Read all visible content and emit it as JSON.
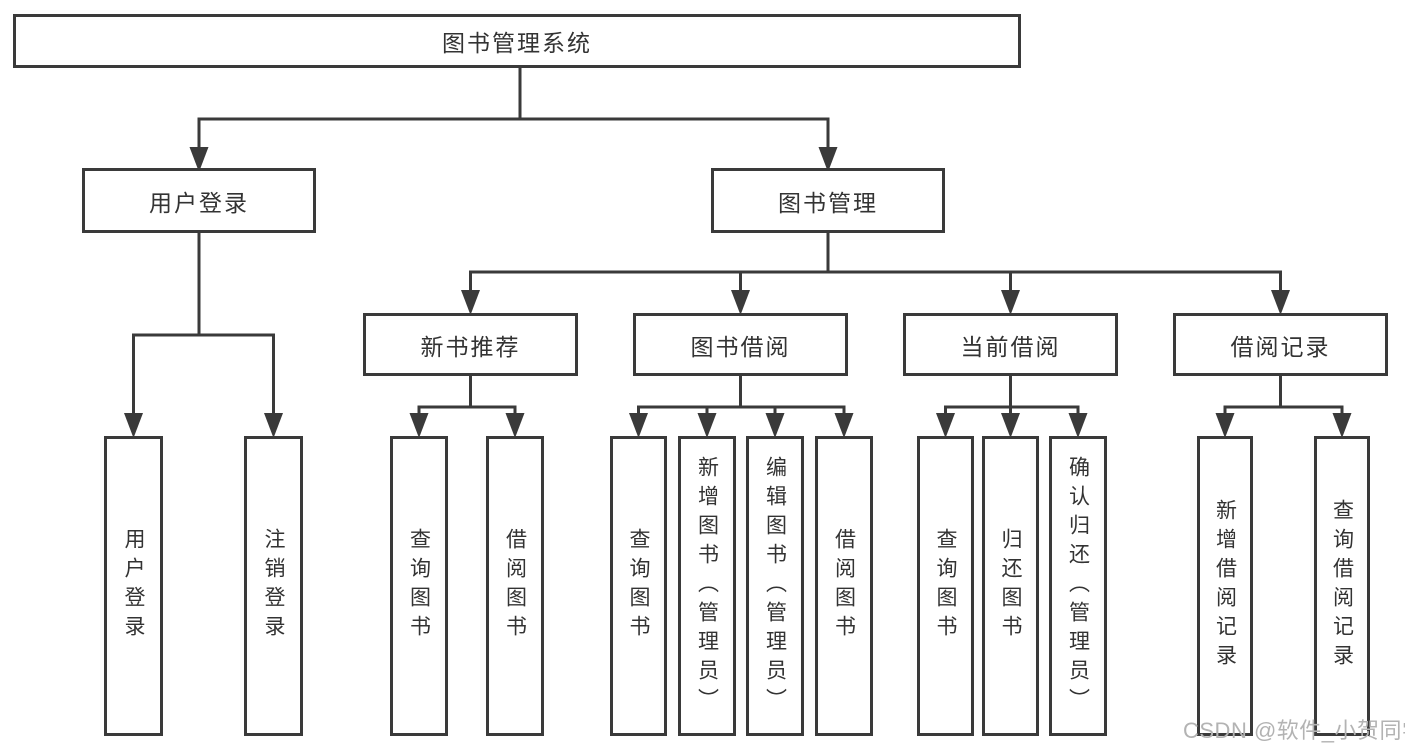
{
  "title": {
    "label": "图书管理系统"
  },
  "tree": {
    "level2": [
      {
        "label": "用户登录",
        "children": [
          "用户登录",
          "注销登录"
        ]
      },
      {
        "label": "图书管理"
      }
    ],
    "level3": [
      {
        "label": "新书推荐",
        "children": [
          "查询图书",
          "借阅图书"
        ]
      },
      {
        "label": "图书借阅",
        "children": [
          "查询图书",
          "新增图书（管理员）",
          "编辑图书（管理员）",
          "借阅图书"
        ]
      },
      {
        "label": "当前借阅",
        "children": [
          "查询图书",
          "归还图书",
          "确认归还（管理员）"
        ]
      },
      {
        "label": "借阅记录",
        "children": [
          "新增借阅记录",
          "查询借阅记录"
        ]
      }
    ]
  },
  "watermark": {
    "text": "CSDN @软件_小贺同学"
  },
  "colors": {
    "line": "#3a3a3a",
    "text": "#333333",
    "background": "#ffffff",
    "watermark": "#b3b3b3"
  }
}
